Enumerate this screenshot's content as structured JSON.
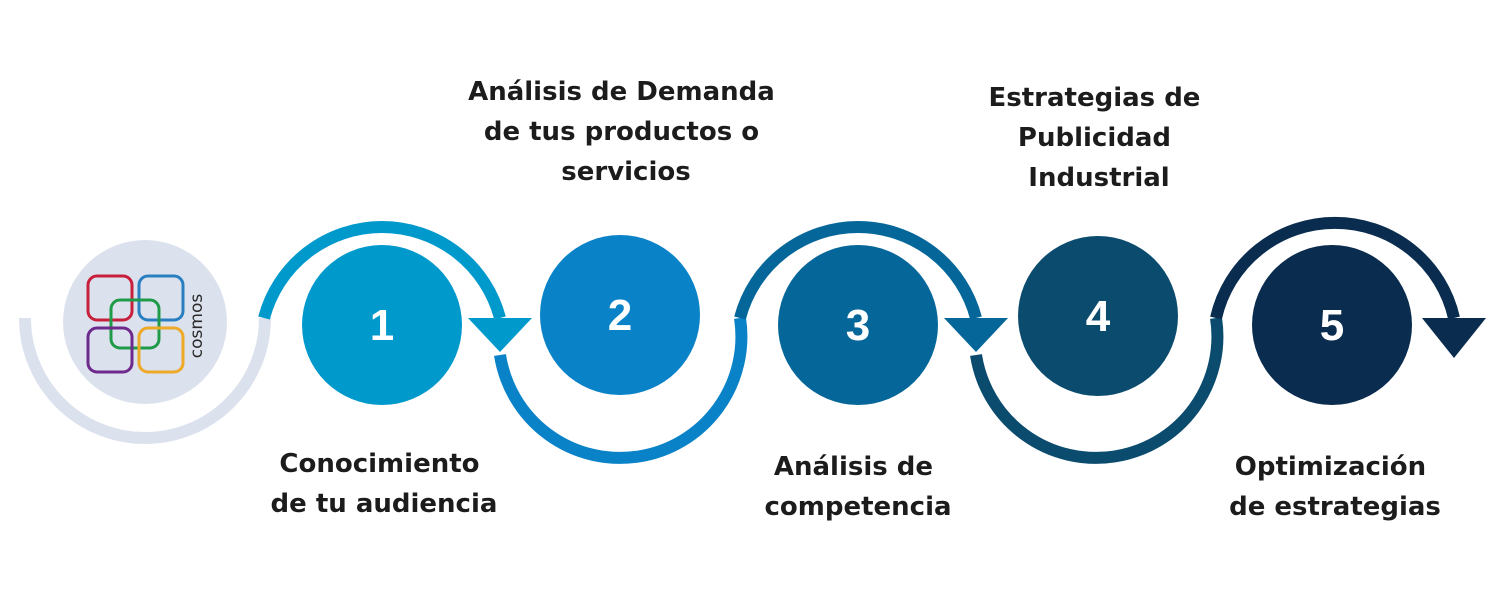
{
  "logo": {
    "text": "cosmos",
    "square_colors": [
      "#c8203c",
      "#2a7fc1",
      "#1f9a48",
      "#6d2a8c",
      "#eea928"
    ]
  },
  "colors": {
    "track": "#dce2ed",
    "step1": "#0099cc",
    "step2": "#0a82c8",
    "step3": "#05669a",
    "step4": "#0a4b6e",
    "step5": "#0a2c4e"
  },
  "steps": [
    {
      "number": "1",
      "label_lines": [
        "Conocimiento",
        "de tu audiencia"
      ]
    },
    {
      "number": "2",
      "label_lines": [
        "Análisis de Demanda",
        "de tus productos o",
        "servicios"
      ]
    },
    {
      "number": "3",
      "label_lines": [
        "Análisis de",
        "competencia"
      ]
    },
    {
      "number": "4",
      "label_lines": [
        "Estrategias de",
        "Publicidad",
        "Industrial"
      ]
    },
    {
      "number": "5",
      "label_lines": [
        "Optimización",
        "de estrategias"
      ]
    }
  ]
}
